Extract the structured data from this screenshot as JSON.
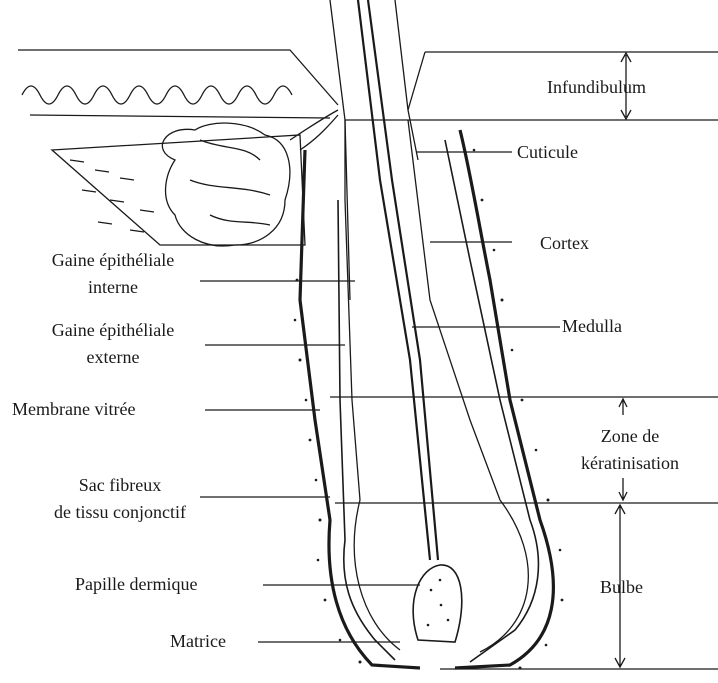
{
  "diagram": {
    "labels": {
      "infundibulum": "Infundibulum",
      "cuticule": "Cuticule",
      "cortex": "Cortex",
      "medulla": "Medulla",
      "gaine_interne_1": "Gaine épithéliale",
      "gaine_interne_2": "interne",
      "gaine_externe_1": "Gaine épithéliale",
      "gaine_externe_2": "externe",
      "membrane_vitree": "Membrane vitrée",
      "zone_keratinisation_1": "Zone de",
      "zone_keratinisation_2": "kératinisation",
      "sac_fibreux_1": "Sac fibreux",
      "sac_fibreux_2": "de tissu conjonctif",
      "papille_dermique": "Papille dermique",
      "bulbe": "Bulbe",
      "matrice": "Matrice"
    },
    "colors": {
      "ink": "#1a1a1a",
      "background": "#ffffff"
    }
  }
}
